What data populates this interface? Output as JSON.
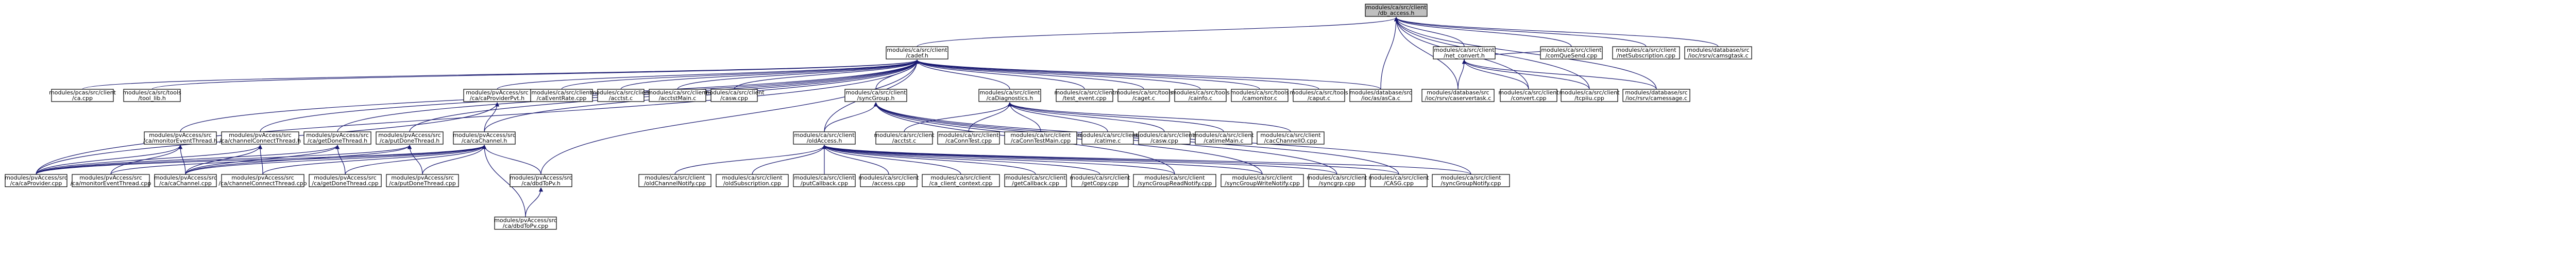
{
  "graph": {
    "nodes": [
      {
        "id": "root",
        "lines": [
          "modules/ca/src/client",
          "/db_access.h"
        ],
        "root": true
      },
      {
        "id": "cadefh",
        "lines": [
          "modules/ca/src/client",
          "/cadef.h"
        ]
      },
      {
        "id": "net_convert",
        "lines": [
          "modules/ca/src/client",
          "/net_convert.h"
        ]
      },
      {
        "id": "comQueSend",
        "lines": [
          "modules/ca/src/client",
          "/comQueSend.cpp"
        ]
      },
      {
        "id": "netSubscription",
        "lines": [
          "modules/ca/src/client",
          "/netSubscription.cpp"
        ]
      },
      {
        "id": "rsrv_camsgtask",
        "lines": [
          "modules/database/src",
          "/ioc/rsrv/camsgtask.c"
        ]
      },
      {
        "id": "pcas",
        "lines": [
          "modules/pcas/src/client",
          "/ca.cpp"
        ]
      },
      {
        "id": "tool_lib",
        "lines": [
          "modules/ca/src/tools",
          "/tool_lib.h"
        ]
      },
      {
        "id": "caProviderPvt",
        "lines": [
          "modules/pvAccess/src",
          "/ca/caProviderPvt.h"
        ]
      },
      {
        "id": "syncGroup",
        "lines": [
          "modules/ca/src/client",
          "/syncGroup.h"
        ]
      },
      {
        "id": "caDiagnostics",
        "lines": [
          "modules/ca/src/client",
          "/caDiagnostics.h"
        ]
      },
      {
        "id": "caEventRate",
        "lines": [
          "modules/ca/src/client",
          "/caEventRate.cpp"
        ]
      },
      {
        "id": "acctst",
        "lines": [
          "modules/ca/src/client",
          "/acctst.c"
        ]
      },
      {
        "id": "acctstMain",
        "lines": [
          "modules/ca/src/client",
          "/acctstMain.c"
        ]
      },
      {
        "id": "casw",
        "lines": [
          "modules/ca/src/client",
          "/casw.cpp"
        ]
      },
      {
        "id": "test_event",
        "lines": [
          "modules/ca/src/client",
          "/test_event.cpp"
        ]
      },
      {
        "id": "caget",
        "lines": [
          "modules/ca/src/tools",
          "/caget.c"
        ]
      },
      {
        "id": "cainfo",
        "lines": [
          "modules/ca/src/tools",
          "/cainfo.c"
        ]
      },
      {
        "id": "camonitor",
        "lines": [
          "modules/ca/src/tools",
          "/camonitor.c"
        ]
      },
      {
        "id": "caput",
        "lines": [
          "modules/ca/src/tools",
          "/caput.c"
        ]
      },
      {
        "id": "asCa",
        "lines": [
          "modules/database/src",
          "/ioc/as/asCa.c"
        ]
      },
      {
        "id": "caservertask",
        "lines": [
          "modules/database/src",
          "/ioc/rsrv/caservertask.c"
        ]
      },
      {
        "id": "convert",
        "lines": [
          "modules/ca/src/client",
          "/convert.cpp"
        ]
      },
      {
        "id": "tcpiiu",
        "lines": [
          "modules/ca/src/client",
          "/tcpiiu.cpp"
        ]
      },
      {
        "id": "camessage",
        "lines": [
          "modules/database/src",
          "/ioc/rsrv/camessage.c"
        ]
      },
      {
        "id": "monitorEventThreadh",
        "lines": [
          "modules/pvAccess/src",
          "/ca/monitorEventThread.h"
        ]
      },
      {
        "id": "channelConnectThreadh",
        "lines": [
          "modules/pvAccess/src",
          "/ca/channelConnectThread.h"
        ]
      },
      {
        "id": "getDoneThreadh",
        "lines": [
          "modules/pvAccess/src",
          "/ca/getDoneThread.h"
        ]
      },
      {
        "id": "putDoneThreadh",
        "lines": [
          "modules/pvAccess/src",
          "/ca/putDoneThread.h"
        ]
      },
      {
        "id": "caChannelh",
        "lines": [
          "modules/pvAccess/src",
          "/ca/caChannel.h"
        ]
      },
      {
        "id": "oldAccess",
        "lines": [
          "modules/ca/src/client",
          "/oldAccess.h"
        ]
      },
      {
        "id": "acctstc2",
        "lines": [
          "modules/ca/src/client",
          "/acctst.c"
        ]
      },
      {
        "id": "caConnTest",
        "lines": [
          "modules/ca/src/client",
          "/caConnTest.cpp"
        ]
      },
      {
        "id": "caConnTestMain",
        "lines": [
          "modules/ca/src/client",
          "/caConnTestMain.cpp"
        ]
      },
      {
        "id": "catime",
        "lines": [
          "modules/ca/src/client",
          "/catime.c"
        ]
      },
      {
        "id": "casw2",
        "lines": [
          "modules/ca/src/client",
          "/casw.cpp"
        ]
      },
      {
        "id": "catimeMain",
        "lines": [
          "modules/ca/src/client",
          "/catimeMain.c"
        ]
      },
      {
        "id": "cacIO",
        "lines": [
          "modules/ca/src/client",
          "/cacChannelIO.cpp"
        ]
      },
      {
        "id": "caProvider",
        "lines": [
          "modules/pvAccess/src",
          "/ca/caProvider.cpp"
        ]
      },
      {
        "id": "monitorEventThreadcpp",
        "lines": [
          "modules/pvAccess/src",
          "/ca/monitorEventThread.cpp"
        ]
      },
      {
        "id": "caChannelcpp",
        "lines": [
          "modules/pvAccess/src",
          "/ca/caChannel.cpp"
        ]
      },
      {
        "id": "channelConnectThreadcpp",
        "lines": [
          "modules/pvAccess/src",
          "/ca/channelConnectThread.cpp"
        ]
      },
      {
        "id": "getDoneThreadcpp",
        "lines": [
          "modules/pvAccess/src",
          "/ca/getDoneThread.cpp"
        ]
      },
      {
        "id": "putDoneThreadcpp",
        "lines": [
          "modules/pvAccess/src",
          "/ca/putDoneThread.cpp"
        ]
      },
      {
        "id": "caStatush",
        "lines": [
          "modules/pvAccess/src",
          "/ca/dbdToPv.h"
        ]
      },
      {
        "id": "dbdToPvcpp",
        "lines": [
          "modules/pvAccess/src",
          "/ca/dbdToPv.cpp"
        ]
      },
      {
        "id": "oldChannelNotify",
        "lines": [
          "modules/ca/src/client",
          "/oldChannelNotify.cpp"
        ]
      },
      {
        "id": "oldSubscription",
        "lines": [
          "modules/ca/src/client",
          "/oldSubscription.cpp"
        ]
      },
      {
        "id": "putCallback",
        "lines": [
          "modules/ca/src/client",
          "/putCallback.cpp"
        ]
      },
      {
        "id": "access",
        "lines": [
          "modules/ca/src/client",
          "/access.cpp"
        ]
      },
      {
        "id": "ca_client_context",
        "lines": [
          "modules/ca/src/client",
          "/ca_client_context.cpp"
        ]
      },
      {
        "id": "getCallback",
        "lines": [
          "modules/ca/src/client",
          "/getCallback.cpp"
        ]
      },
      {
        "id": "getCopy",
        "lines": [
          "modules/ca/src/client",
          "/getCopy.cpp"
        ]
      },
      {
        "id": "syncGroupReadNotify",
        "lines": [
          "modules/ca/src/client",
          "/syncGroupReadNotify.cpp"
        ]
      },
      {
        "id": "syncGroupWriteNotify",
        "lines": [
          "modules/ca/src/client",
          "/syncGroupWriteNotify.cpp"
        ]
      },
      {
        "id": "syncgrp",
        "lines": [
          "modules/ca/src/client",
          "/syncgrp.cpp"
        ]
      },
      {
        "id": "CASG",
        "lines": [
          "modules/ca/src/client",
          "/CASG.cpp"
        ]
      },
      {
        "id": "syncGroupNotify",
        "lines": [
          "modules/ca/src/client",
          "/syncGroupNotify.cpp"
        ]
      }
    ]
  }
}
